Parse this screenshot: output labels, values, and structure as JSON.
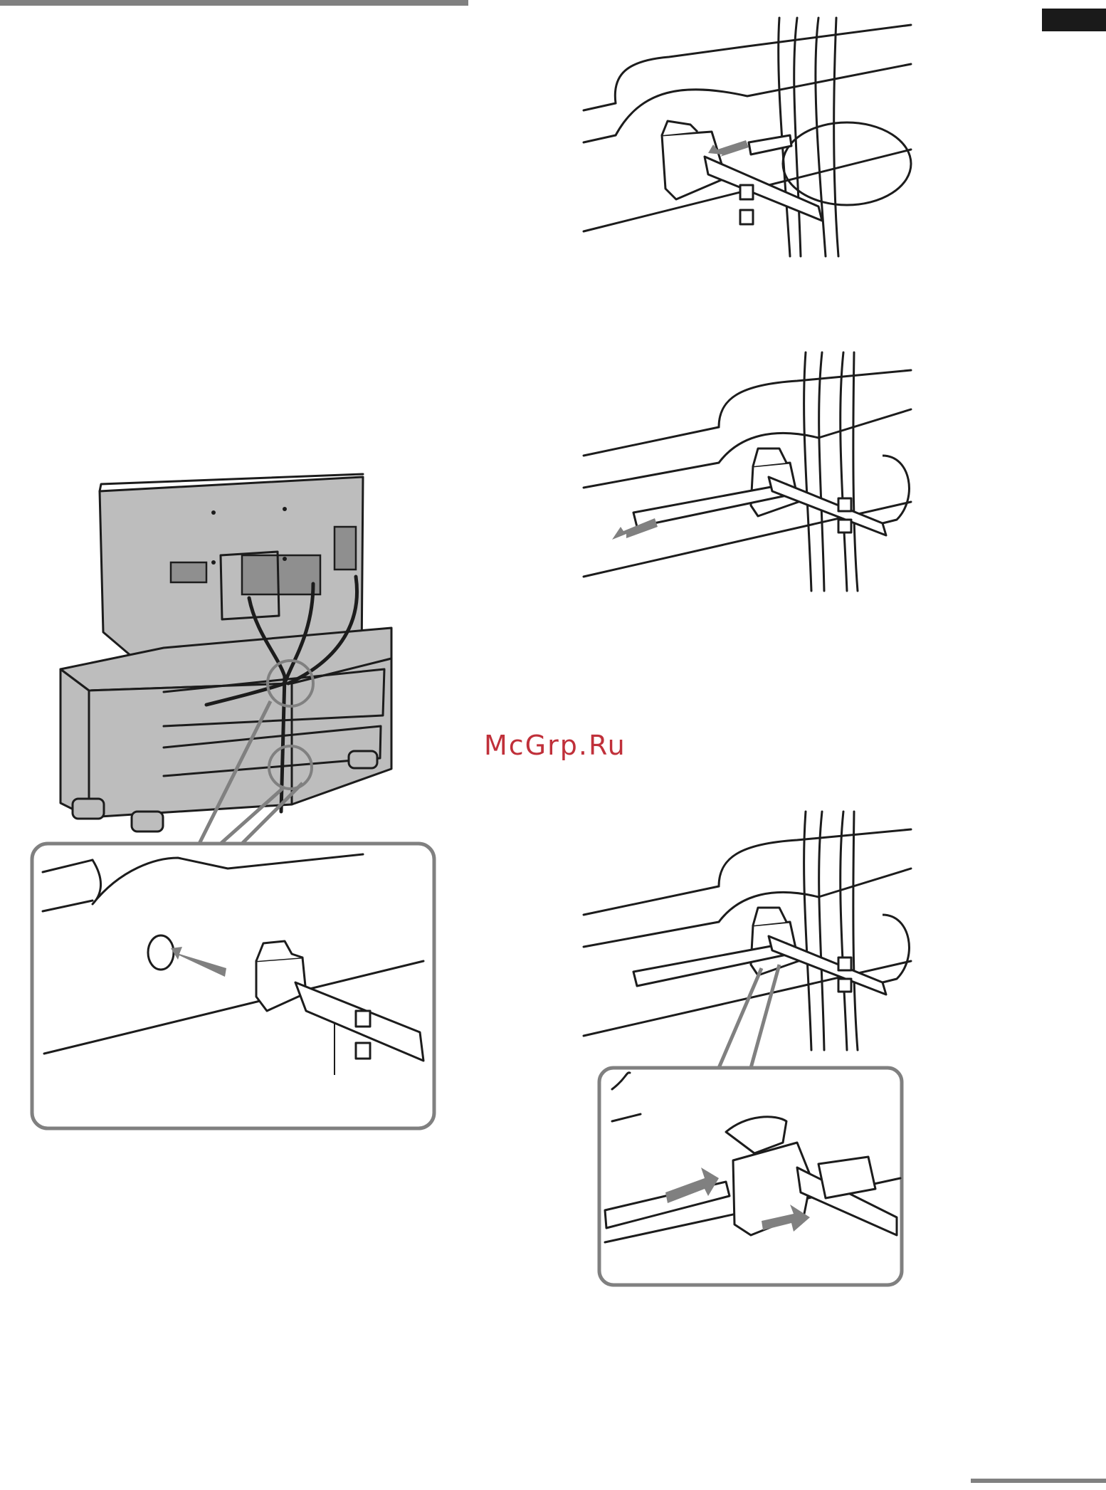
{
  "page": {
    "watermark": "McGrp.Ru"
  },
  "colors": {
    "rule_gray": "#808080",
    "tab_dark": "#1a1a1a",
    "watermark_red": "#c0303a",
    "illustration_gray": "#bdbdbd"
  },
  "icons": [
    "tv-stand-illustration",
    "tie-insert-illustration",
    "cable-tie-loop-illustration",
    "cable-tie-pulled-illustration",
    "cable-tie-release-illustration"
  ]
}
